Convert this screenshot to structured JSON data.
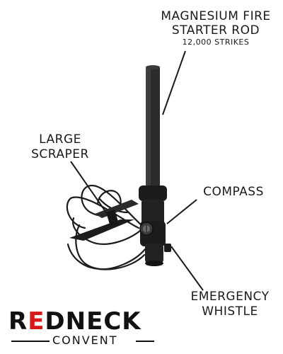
{
  "labels": {
    "rod_line1": "Magnesium Fire",
    "rod_line2": "Starter Rod",
    "rod_line3": "12,000 Strikes",
    "scraper_line1": "Large",
    "scraper_line2": "Scraper",
    "compass": "Compass",
    "whistle_line1": "Emergency",
    "whistle_line2": "Whistle"
  },
  "logo": {
    "main_prefix": "R",
    "main_accent": "E",
    "main_suffix": "DNECK",
    "sub": "CONVENT"
  },
  "colors": {
    "accent": "#d61a1a",
    "text": "#1a1a1a",
    "product": "#1c1c1c"
  }
}
